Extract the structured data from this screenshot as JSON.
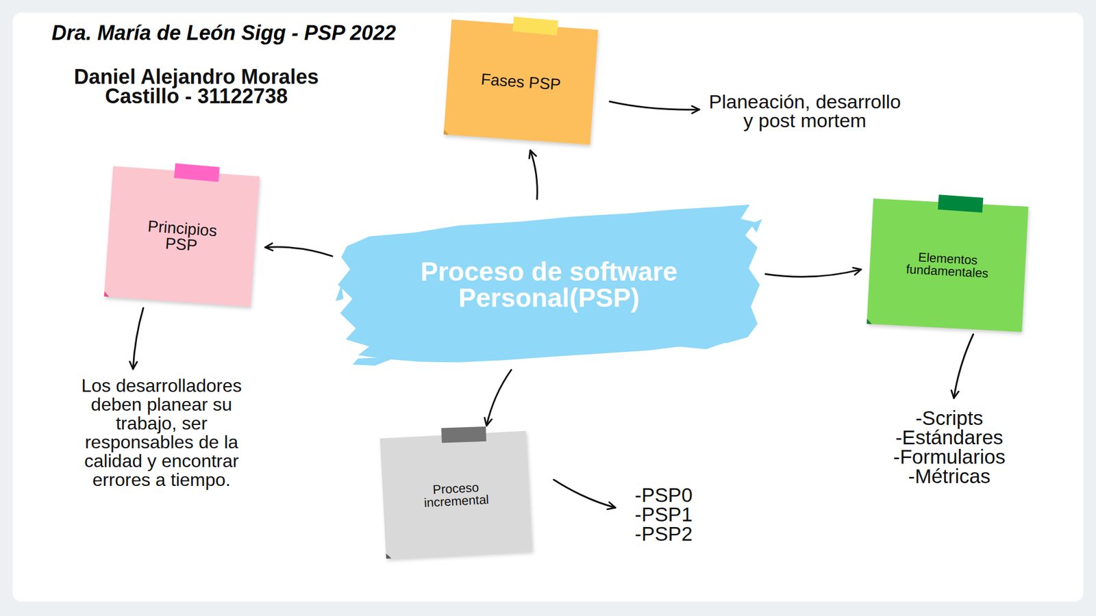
{
  "diagram": {
    "title": "Dra. María de León Sigg - PSP 2022",
    "nodes": [
      {
        "text": [
          "Proceso de software Personal(PSP)"
        ]
      },
      {
        "text": [
          "Fases PSP"
        ]
      },
      {
        "text": [
          "Principios PSP"
        ]
      },
      {
        "text": [
          "Elementos fundamentales"
        ]
      },
      {
        "text": [
          "Proceso incremental"
        ]
      }
    ],
    "edges": [
      {
        "from": 0,
        "to": 1,
        "arrow": "to"
      },
      {
        "from": 0,
        "to": 2,
        "arrow": "to"
      },
      {
        "from": 0,
        "to": 3,
        "arrow": "to"
      },
      {
        "from": 0,
        "to": 4,
        "arrow": "to"
      }
    ],
    "labels": [
      "Daniel Alejandro Morales Castillo - 31122738",
      "Planeación, desarrollo y post mortem",
      "Los desarrolladores deben planear su trabajo, ser responsables de la calidad y encontrar errores a tiempo.",
      "-Scripts",
      "-Estándares",
      "-Formularios",
      "-Métricas",
      "-PSP0",
      "-PSP1",
      "-PSP2"
    ]
  }
}
